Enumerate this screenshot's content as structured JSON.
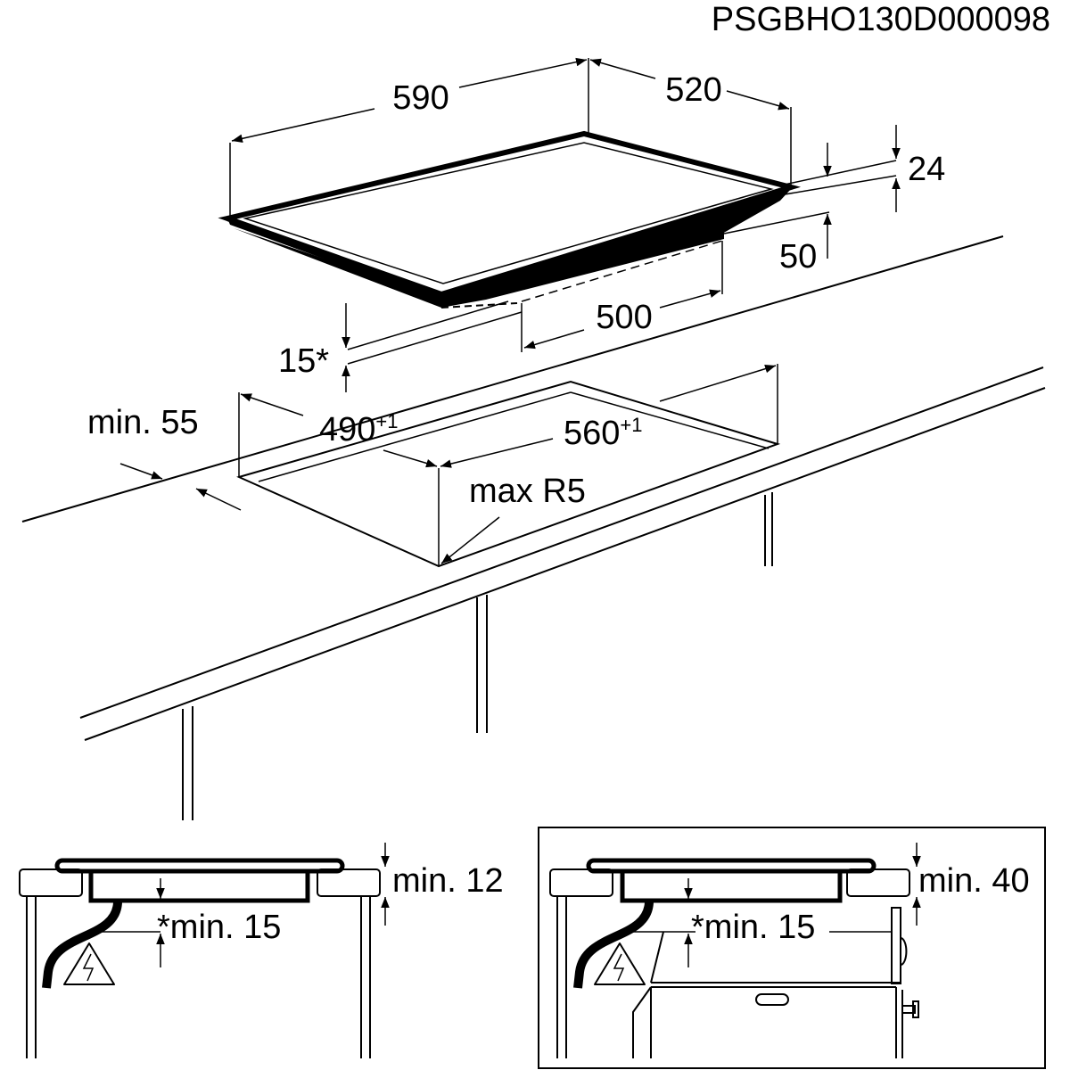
{
  "code": "PSGBHO130D000098",
  "dimensions": {
    "width": "590",
    "depth": "520",
    "height": "24",
    "clearance_back": "50",
    "base_width": "500",
    "gap": "15*",
    "min_edge": "min. 55",
    "cut_depth": "490",
    "cut_depth_tol": "+1",
    "cut_width": "560",
    "cut_width_tol": "+1",
    "radius": "max R5"
  },
  "detail_left": {
    "top": "min. 12",
    "below": "*min. 15"
  },
  "detail_right": {
    "top": "min. 40",
    "below": "*min. 15"
  },
  "colors": {
    "line": "#000000",
    "background": "#ffffff"
  }
}
